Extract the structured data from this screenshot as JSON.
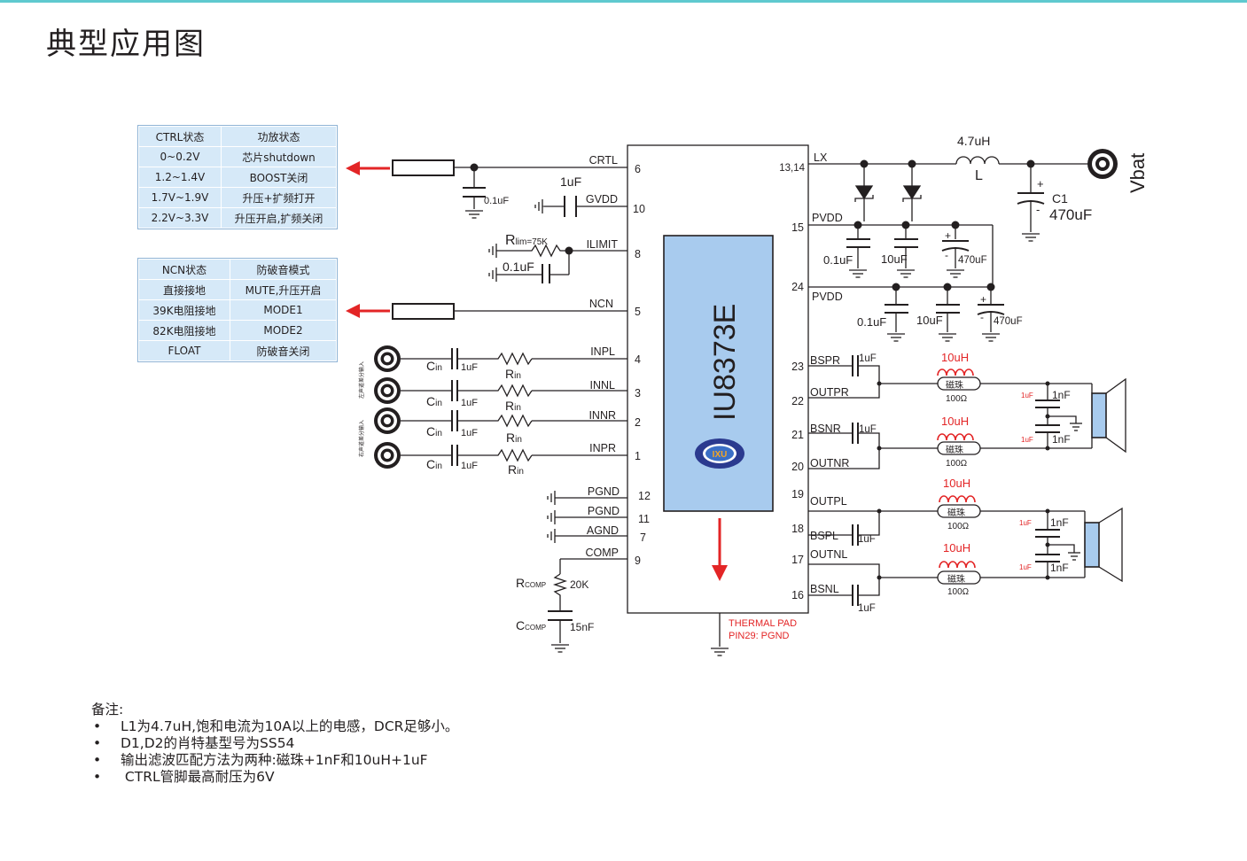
{
  "title": "典型应用图",
  "ctrl_table": {
    "headers": [
      "CTRL状态",
      "功放状态"
    ],
    "rows": [
      [
        "0~0.2V",
        "芯片shutdown"
      ],
      [
        "1.2~1.4V",
        "BOOST关闭"
      ],
      [
        "1.7V~1.9V",
        "升压+扩频打开"
      ],
      [
        "2.2V~3.3V",
        "升压开启,扩频关闭"
      ]
    ]
  },
  "ncn_table": {
    "headers": [
      "NCN状态",
      "防破音模式"
    ],
    "rows": [
      [
        "直接接地",
        "MUTE,升压开启"
      ],
      [
        "39K电阻接地",
        "MODE1"
      ],
      [
        "82K电阻接地",
        "MODE2"
      ],
      [
        "FLOAT",
        "防破音关闭"
      ]
    ]
  },
  "chip": {
    "name": "IU8373E",
    "logo": "IXU",
    "thermal_pad": "THERMAL PAD",
    "thermal_pin": "PIN29: PGND"
  },
  "pins_left": [
    {
      "name": "CRTL",
      "num": "6"
    },
    {
      "name": "GVDD",
      "num": "10"
    },
    {
      "name": "ILIMIT",
      "num": "8"
    },
    {
      "name": "NCN",
      "num": "5"
    },
    {
      "name": "INPL",
      "num": "4"
    },
    {
      "name": "INNL",
      "num": "3"
    },
    {
      "name": "INNR",
      "num": "2"
    },
    {
      "name": "INPR",
      "num": "1"
    },
    {
      "name": "PGND",
      "num": "12"
    },
    {
      "name": "PGND",
      "num": "11"
    },
    {
      "name": "AGND",
      "num": "7"
    },
    {
      "name": "COMP",
      "num": "9"
    }
  ],
  "pins_right": [
    {
      "name": "LX",
      "num": "13,14"
    },
    {
      "name": "PVDD",
      "num": "15"
    },
    {
      "name": "PVDD",
      "num": "24"
    },
    {
      "name": "BSPR",
      "num": "23"
    },
    {
      "name": "OUTPR",
      "num": "22"
    },
    {
      "name": "BSNR",
      "num": "21"
    },
    {
      "name": "OUTNR",
      "num": "20"
    },
    {
      "name": "OUTPL",
      "num": "19"
    },
    {
      "name": "BSPL",
      "num": "18"
    },
    {
      "name": "OUTNL",
      "num": "17"
    },
    {
      "name": "BSNL",
      "num": "16"
    }
  ],
  "components": {
    "ctrl_cap": "0.1uF",
    "gvdd_cap": "1uF",
    "rlim": "lim=75K",
    "rlim_prefix": "R",
    "ilimit_cap": "0.1uF",
    "cin": "C",
    "cin_sub": "in",
    "cin_val": "1uF",
    "rin": "R",
    "rin_sub": "in",
    "rcomp": "R",
    "rcomp_sub": "COMP",
    "rcomp_val": "20K",
    "ccomp": "C",
    "ccomp_sub": "COMP",
    "ccomp_val": "15nF",
    "inductor": "4.7uH",
    "inductor_name": "L",
    "vbat": "Vbat",
    "c1_name": "C1",
    "c1_val": "470uF",
    "pvdd_caps": [
      "0.1uF",
      "10uF",
      "470uF"
    ],
    "bs_cap": "1uF",
    "filter_l": "10uH",
    "bead": "磁珠",
    "bead_ohm": "100Ω",
    "out_cap_1uF": "1uF",
    "out_cap_1nF": "1nF",
    "plus": "+",
    "minus": "-",
    "input_label_top": "左声道差分输入",
    "input_label_bottom": "右声道差分输入"
  },
  "notes": {
    "heading": "备注:",
    "items": [
      "L1为4.7uH,饱和电流为10A以上的电感，DCR足够小。",
      "D1,D2的肖特基型号为SS54",
      "输出滤波匹配方法为两种:磁珠+1nF和10uH+1uF",
      " CTRL管脚最高耐压为6V"
    ]
  },
  "colors": {
    "accent_line": "#5fc9cf",
    "chip_fill": "#a8cbee",
    "arrow": "#e32526",
    "table_fill": "#d6e9f8",
    "filter_red": "#e32526"
  }
}
